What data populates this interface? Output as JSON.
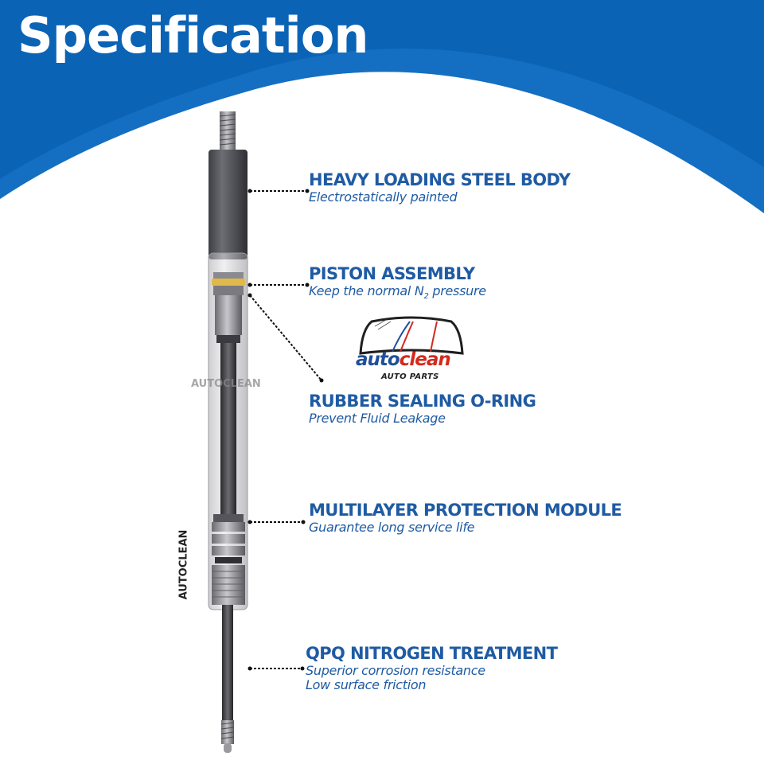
{
  "title": "Specification",
  "features": [
    {
      "heading": "HEAVY LOADING STEEL BODY",
      "description": "Electrostatically painted"
    },
    {
      "heading": "PISTON ASSEMBLY",
      "description_pre": "Keep the normal N",
      "description_sub": "2",
      "description_post": " pressure"
    },
    {
      "heading": "RUBBER SEALING O-RING",
      "description": "Prevent Fluid Leakage"
    },
    {
      "heading": "MULTILAYER PROTECTION MODULE",
      "description": "Guarantee long service life"
    },
    {
      "heading": "QPQ NITROGEN TREATMENT",
      "description_lines": [
        "Superior  corrosion resistance",
        "Low surface friction"
      ]
    }
  ],
  "watermarks": [
    "AUTOCLEAN",
    "AUTOCLEAN"
  ],
  "logo": {
    "part1": "auto",
    "part2": "clean",
    "subtitle": "AUTO PARTS"
  },
  "colors": {
    "banner_blue": "#0b63b6",
    "text_blue": "#1f5ba3",
    "logo_red": "#d32a1e"
  }
}
